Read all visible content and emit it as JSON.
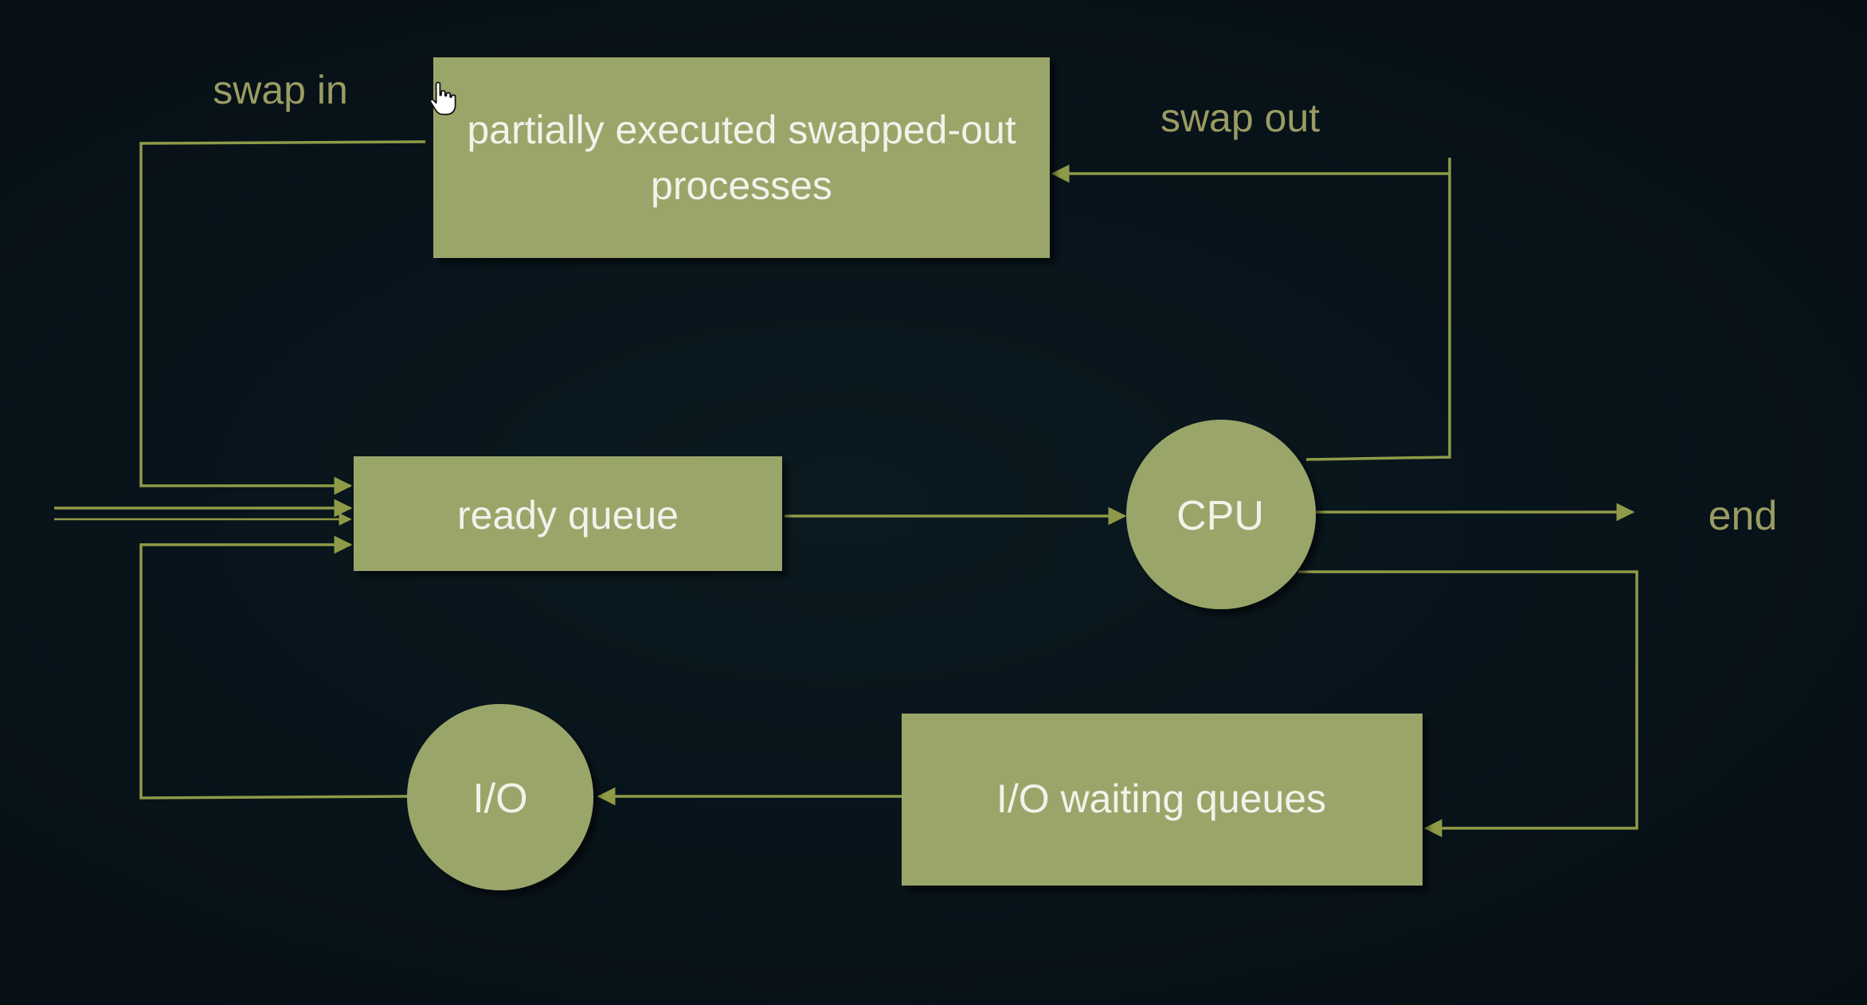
{
  "diagram": {
    "nodes": {
      "swapped_out": {
        "line1": "partially executed swapped-out",
        "line2": "processes"
      },
      "ready_queue": {
        "label": "ready queue"
      },
      "cpu": {
        "label": "CPU"
      },
      "io": {
        "label": "I/O"
      },
      "io_waiting": {
        "label": "I/O waiting queues"
      }
    },
    "edge_labels": {
      "swap_in": "swap in",
      "swap_out": "swap out",
      "end": "end"
    }
  },
  "colors": {
    "background": "#09141a",
    "node_fill": "#9aa56a",
    "line": "#8f9a48",
    "label_text": "#f2f2ea",
    "edge_label_text": "#9a9c62"
  },
  "icons": {
    "cursor": "hand-pointer-icon"
  }
}
